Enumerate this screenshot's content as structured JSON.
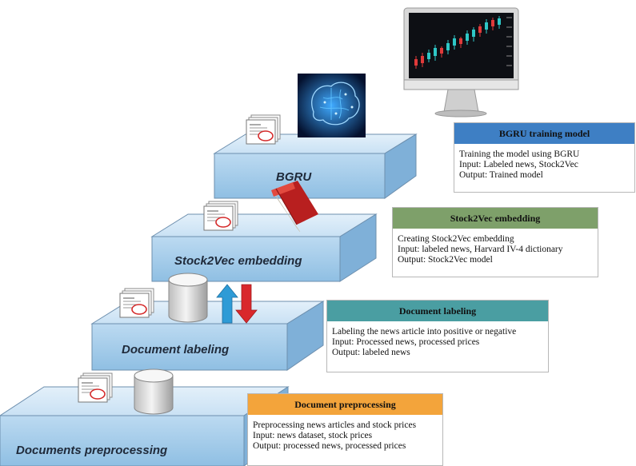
{
  "stages": [
    {
      "label": "BGRU"
    },
    {
      "label": "Stock2Vec embedding"
    },
    {
      "label": "Document labeling"
    },
    {
      "label": "Documents preprocessing"
    }
  ],
  "boxes": [
    {
      "title": "BGRU training model",
      "header_color": "#3e7fc4",
      "lines": [
        "Training the model using BGRU",
        "Input: Labeled news, Stock2Vec",
        "Output: Trained model"
      ]
    },
    {
      "title": "Stock2Vec embedding",
      "header_color": "#7ea06a",
      "lines": [
        "Creating Stock2Vec embedding",
        "Input: labeled news, Harvard IV-4 dictionary",
        "Output: Stock2Vec model"
      ]
    },
    {
      "title": "Document labeling",
      "header_color": "#4a9ea2",
      "lines": [
        "Labeling the news article into positive or negative",
        "Input: Processed news, processed prices",
        "Output: labeled news"
      ]
    },
    {
      "title": "Document preprocessing",
      "header_color": "#f3a43b",
      "lines": [
        "Preprocessing news articles and stock prices",
        "Input: news dataset, stock prices",
        "Output: processed news, processed prices"
      ]
    }
  ],
  "colors": {
    "platform_top": "#d7e9f7",
    "platform_front": "#a9cdeb",
    "platform_side": "#7fb0d8",
    "arrow_up": "#2e9bd6",
    "arrow_down": "#d9282c",
    "book": "#d2322d"
  },
  "icons": [
    "document-icon",
    "database-icon",
    "brain-icon",
    "book-icon",
    "monitor-icon",
    "up-arrow-icon",
    "down-arrow-icon"
  ]
}
